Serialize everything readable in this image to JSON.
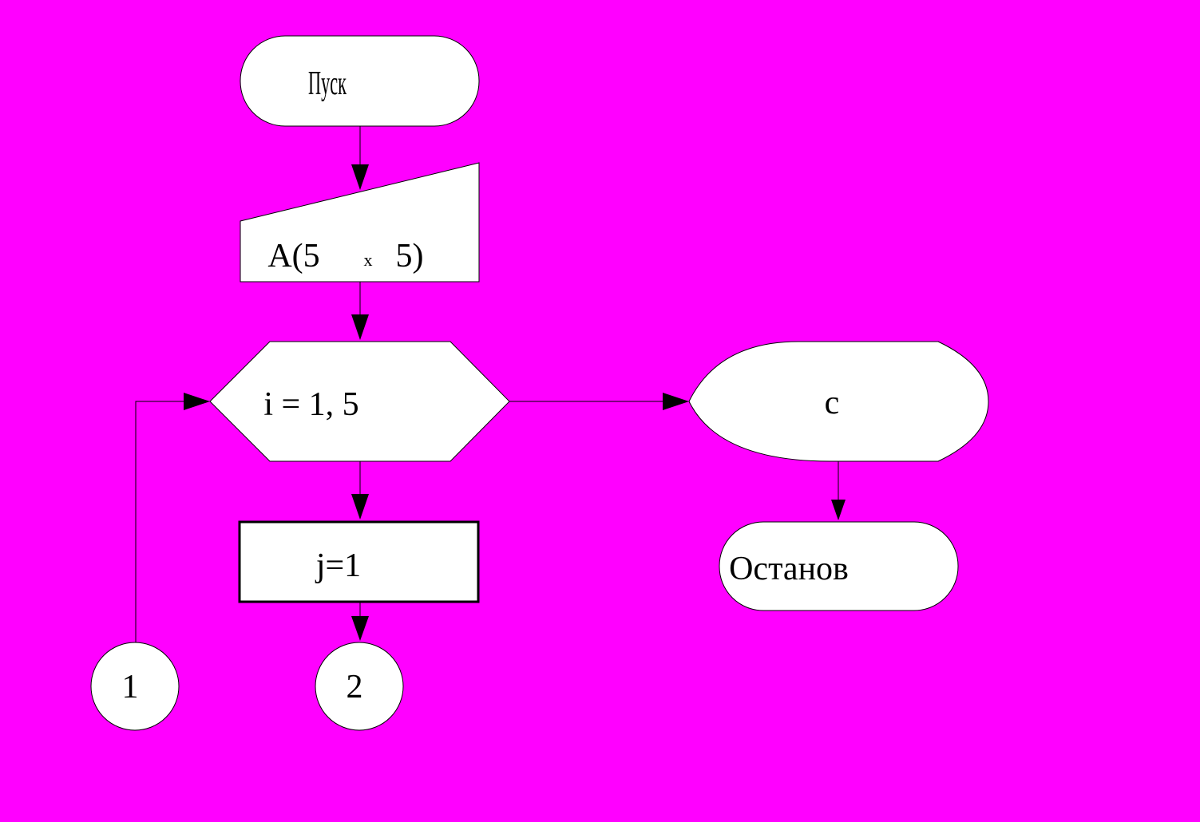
{
  "colors": {
    "background": "#ff00ff",
    "shape_fill": "#ffffff",
    "stroke": "#000000"
  },
  "nodes": {
    "start": {
      "label": "Пуск"
    },
    "input": {
      "label_open": "A(5",
      "label_x": "x",
      "label_close": "5)"
    },
    "loop": {
      "label": "i = 1, 5"
    },
    "output": {
      "label": "c"
    },
    "assign": {
      "label": "j=1"
    },
    "stop": {
      "label": "Останов"
    },
    "connector_1": {
      "label": "1"
    },
    "connector_2": {
      "label": "2"
    }
  }
}
